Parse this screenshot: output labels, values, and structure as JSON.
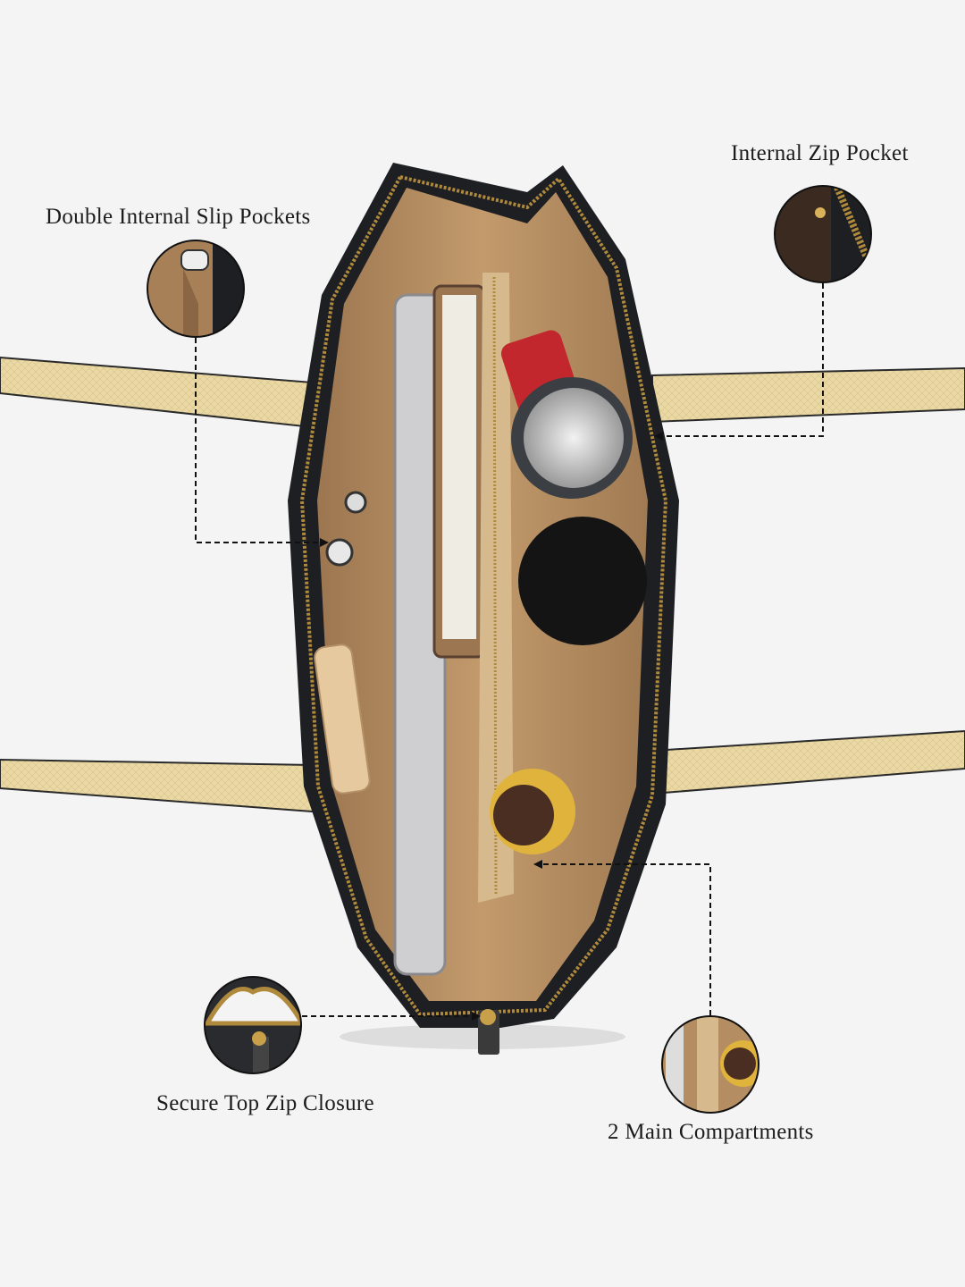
{
  "callouts": [
    {
      "id": "slip-pockets",
      "label": "Double Internal Slip Pockets"
    },
    {
      "id": "zip-pocket",
      "label": "Internal Zip Pocket"
    },
    {
      "id": "top-zip",
      "label": "Secure Top Zip Closure"
    },
    {
      "id": "compartments",
      "label": "2 Main Compartments"
    }
  ],
  "colors": {
    "background": "#f4f4f4",
    "strap": "#e9d9a8",
    "bag_exterior": "#1e1f22",
    "lining": "#b48d62",
    "zipper": "#b08a3c",
    "text": "#1c1c1c"
  }
}
